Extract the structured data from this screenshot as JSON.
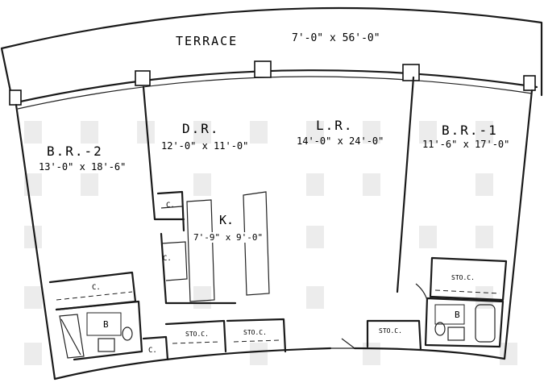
{
  "terrace": {
    "name": "TERRACE",
    "dim": "7'-0\" x 56'-0\""
  },
  "rooms": {
    "br2": {
      "name": "B.R.-2",
      "dim": "13'-0\" x 18'-6\""
    },
    "dr": {
      "name": "D.R.",
      "dim": "12'-0\" x 11'-0\""
    },
    "lr": {
      "name": "L.R.",
      "dim": "14'-0\" x 24'-0\""
    },
    "br1": {
      "name": "B.R.-1",
      "dim": "11'-6\" x 17'-0\""
    },
    "k": {
      "name": "K.",
      "dim": "7'-9\" x 9'-0\""
    }
  },
  "closets": {
    "c_kitchen_top": "C.",
    "c_kitchen_side": "C.",
    "c_br2": "C.",
    "c_hall": "C.",
    "sto_1": "STO.C.",
    "sto_2": "STO.C.",
    "sto_3": "STO.C.",
    "sto_4": "STO.C."
  },
  "baths": {
    "bath_left": "B",
    "bath_right": "B"
  }
}
